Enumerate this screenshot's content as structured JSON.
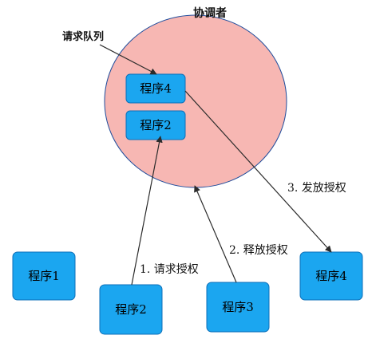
{
  "coordinator": {
    "title": "协调者",
    "fill_color": "#f7b7b3",
    "stroke_color": "#1f4c9c"
  },
  "queue": {
    "label": "请求队列",
    "items": [
      "程序4",
      "程序2"
    ]
  },
  "programs": {
    "p1": "程序1",
    "p2": "程序2",
    "p3": "程序3",
    "p4": "程序4"
  },
  "edges": {
    "request": "1. 请求授权",
    "release": "2. 释放授权",
    "grant": "3. 发放授权"
  },
  "colors": {
    "box_fill": "#1ba6f0",
    "box_stroke": "#0e6fb8",
    "arrow": "#2b2b2b"
  }
}
